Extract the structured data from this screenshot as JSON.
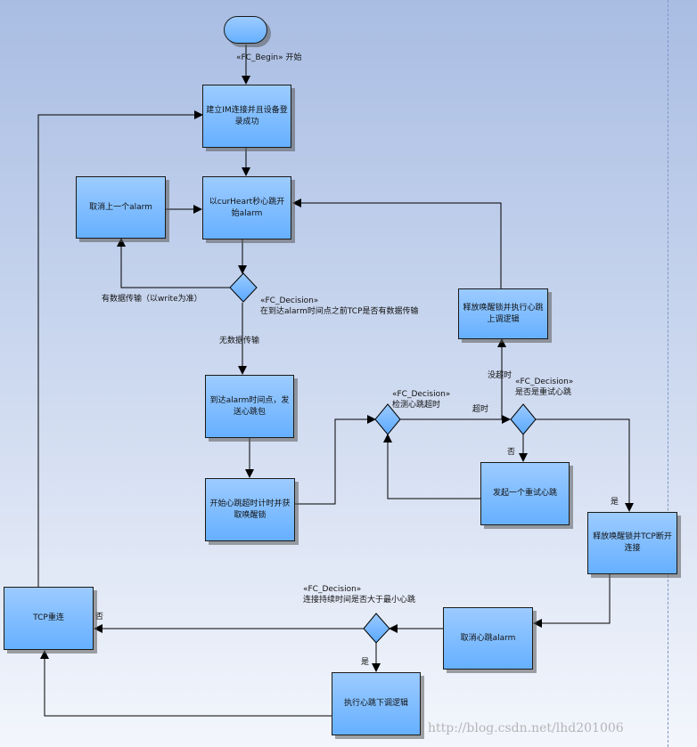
{
  "nodes": {
    "start": "",
    "connect": "建立IM连接并且设备登录成功",
    "heartbeat_alarm": "以curHeart秒心跳开始alarm",
    "cancel_prev_alarm": "取消上一个alarm",
    "send_heartbeat": "到达alarm时间点，发送心跳包",
    "start_timer": "开始心跳超时计时并获取唤醒锁",
    "release_up": "释放唤醒锁并执行心跳上调逻辑",
    "retry": "发起一个重试心跳",
    "release_disconnect": "释放唤醒锁并TCP断开连接",
    "cancel_alarm": "取消心跳alarm",
    "tcp_reconnect": "TCP重连",
    "down_logic": "执行心跳下调逻辑"
  },
  "labels": {
    "begin_stereo": "«FC_Begin» 开始",
    "d1_stereo": "«FC_Decision»",
    "d1_text": "在到达alarm时间点之前TCP是否有数据传输",
    "has_data": "有数据传输（以write为准）",
    "no_data": "无数据传输",
    "d2_stereo": "«FC_Decision»",
    "d2_text": "检测心跳超时",
    "timeout": "超时",
    "no_timeout": "没超时",
    "d3_stereo": "«FC_Decision»",
    "d3_text": "是否是重试心跳",
    "d3_no": "否",
    "d3_yes": "是",
    "d4_stereo": "«FC_Decision»",
    "d4_text": "连接持续时间是否大于最小心跳",
    "d4_no": "否",
    "d4_yes": "是"
  },
  "watermark": "http://blog.csdn.net/lhd201006"
}
